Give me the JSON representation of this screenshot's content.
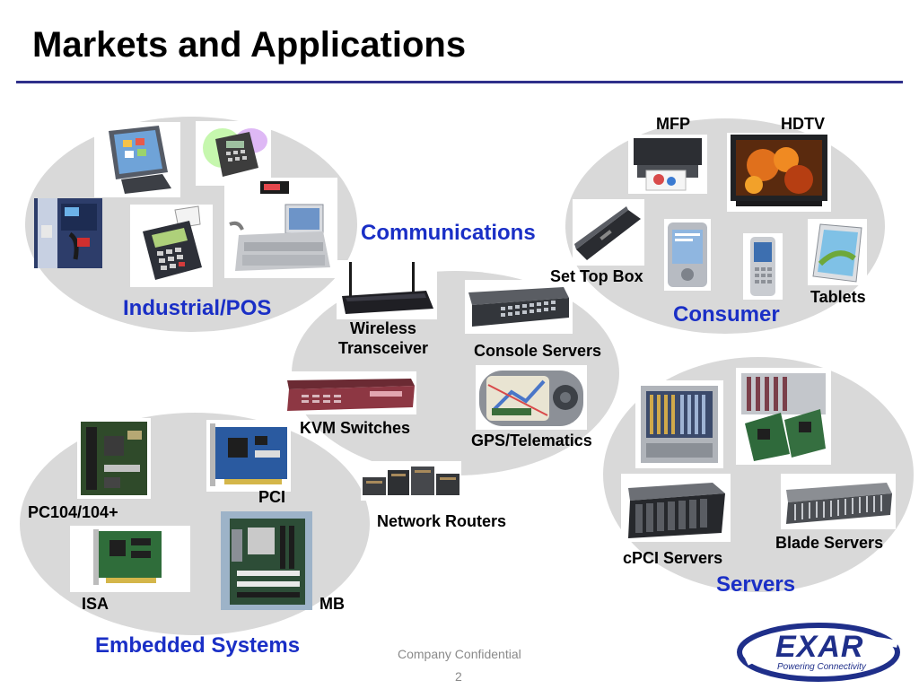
{
  "title": "Markets and Applications",
  "categories": {
    "industrial": "Industrial/POS",
    "communications": "Communications",
    "consumer": "Consumer",
    "embedded": "Embedded Systems",
    "servers": "Servers"
  },
  "labels": {
    "mfp": "MFP",
    "hdtv": "HDTV",
    "set_top_box": "Set Top Box",
    "tablets": "Tablets",
    "wireless_line1": "Wireless",
    "wireless_line2": "Transceiver",
    "console_servers": "Console Servers",
    "kvm_switches": "KVM Switches",
    "gps": "GPS/Telematics",
    "network_routers": "Network Routers",
    "pci": "PCI",
    "pc104": "PC104/104+",
    "isa": "ISA",
    "mb": "MB",
    "cpci_servers": "cPCI Servers",
    "blade_servers": "Blade Servers"
  },
  "footer": {
    "confidential": "Company Confidential",
    "page_number": "2"
  },
  "logo": {
    "brand": "EXAR",
    "tagline": "Powering Connectivity"
  },
  "colors": {
    "category_text": "#1a2fc6",
    "rule": "#2e2f8a",
    "blob": "#d9d9d9"
  }
}
